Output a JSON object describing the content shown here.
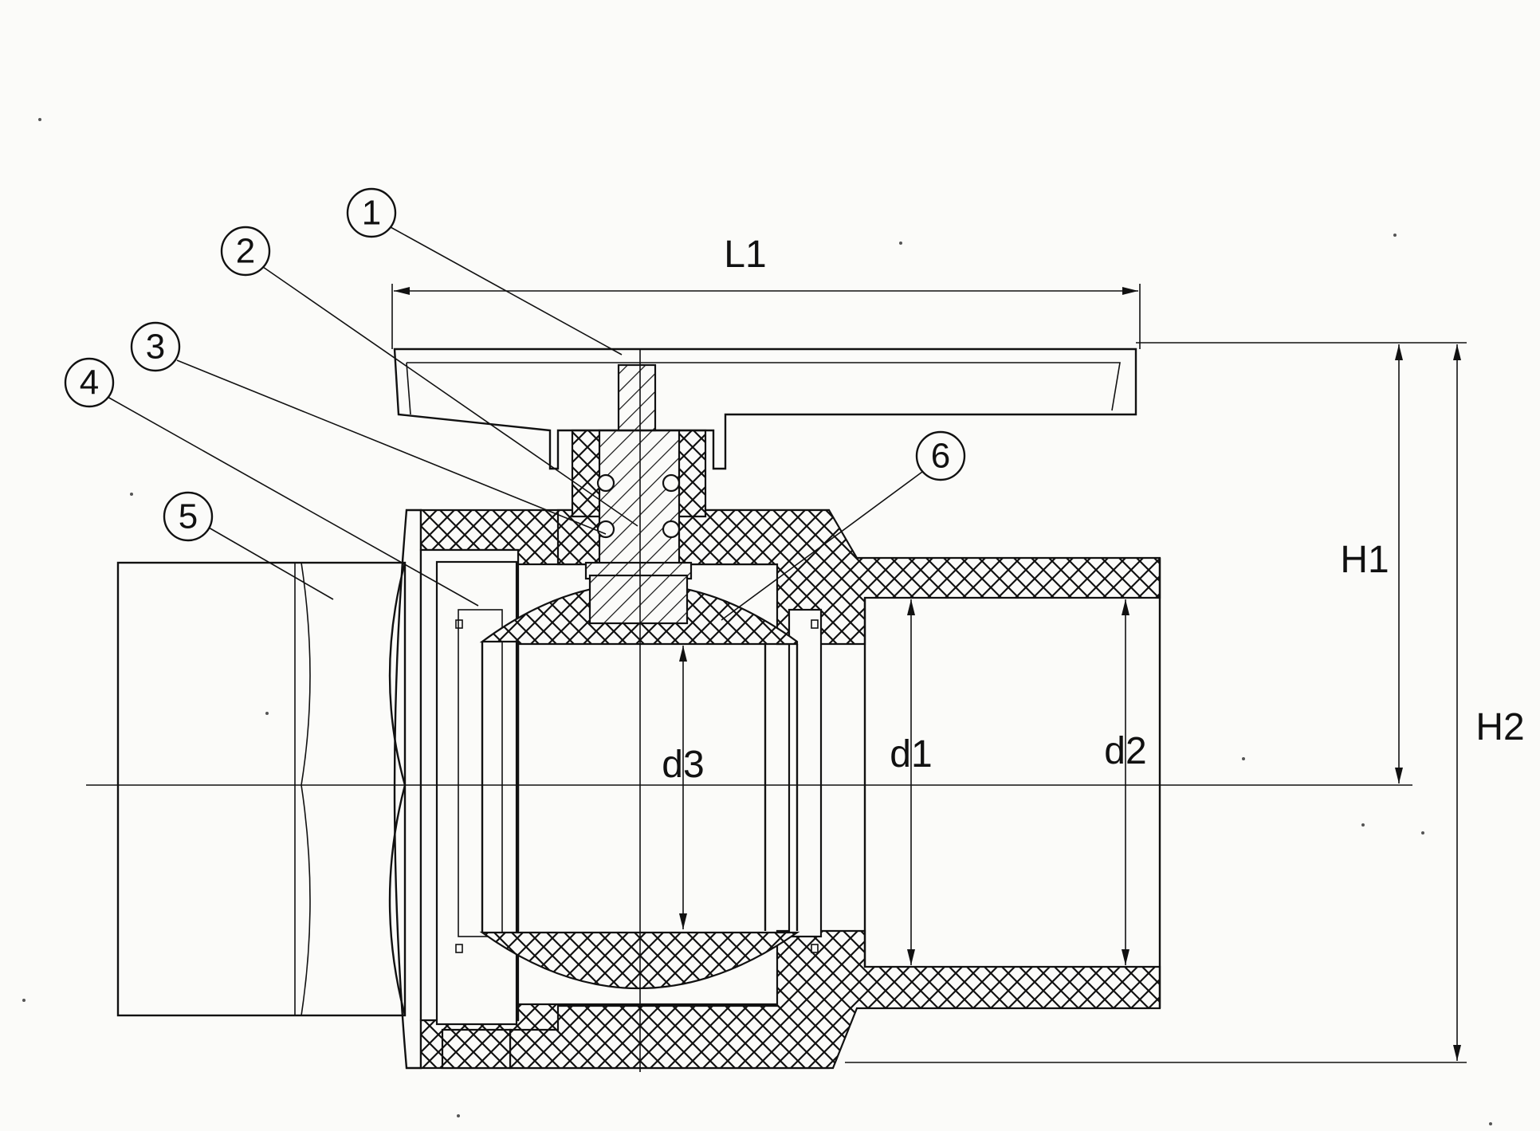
{
  "diagram": {
    "dimensions": {
      "L1": "L1",
      "H1": "H1",
      "H2": "H2",
      "d1": "d1",
      "d2": "d2",
      "d3": "d3"
    },
    "callouts": [
      "1",
      "2",
      "3",
      "4",
      "5",
      "6"
    ],
    "colors": {
      "line": "#111111",
      "background": "#fbfbf9"
    }
  }
}
